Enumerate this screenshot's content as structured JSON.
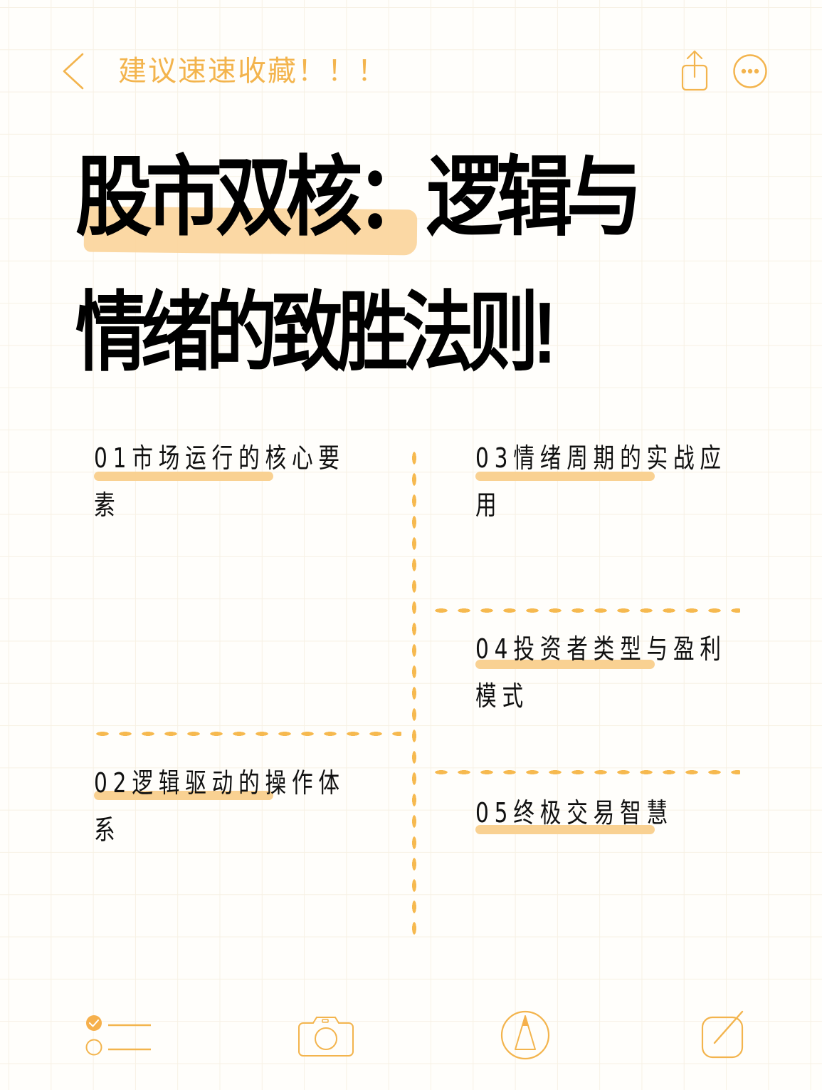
{
  "header": {
    "back_icon": "chevron-left-icon",
    "title": "建议速速收藏！！！",
    "share_icon": "share-icon",
    "more_icon": "more-dots-icon"
  },
  "headline": {
    "line1": "股市双核：逻辑与",
    "line2": "情绪的致胜法则!"
  },
  "sections": [
    {
      "number": "01",
      "label": "01市场运行的核心要素"
    },
    {
      "number": "02",
      "label": "02逻辑驱动的操作体系"
    },
    {
      "number": "03",
      "label": "03情绪周期的实战应用"
    },
    {
      "number": "04",
      "label": "04投资者类型与盈利模式"
    },
    {
      "number": "05",
      "label": "05终极交易智慧"
    }
  ],
  "toolbar": {
    "items": [
      {
        "name": "checklist",
        "icon": "checklist-icon"
      },
      {
        "name": "camera",
        "icon": "camera-icon"
      },
      {
        "name": "markup",
        "icon": "pen-tip-icon"
      },
      {
        "name": "compose",
        "icon": "compose-icon"
      }
    ]
  },
  "colors": {
    "accent": "#f3b44d",
    "marker": "#fbd49a",
    "text": "#111111",
    "grid": "#f7f1e4",
    "background": "#fffefb"
  }
}
